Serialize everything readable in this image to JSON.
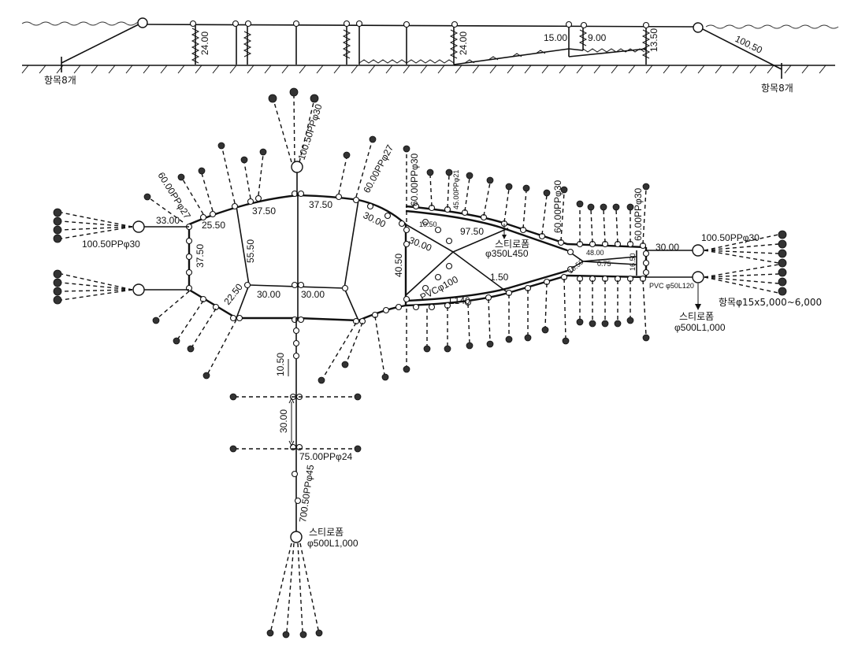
{
  "side_view": {
    "labels": {
      "d1": "24.00",
      "d2": "24.00",
      "d3": "15.00",
      "d4": "9.00",
      "d5": "13.50",
      "right_line": "100.50",
      "left_anchor": "항목8개",
      "right_anchor": "항목8개"
    }
  },
  "plan_view": {
    "labels": {
      "top_line": "100.50PPφ30",
      "left_line": "100.50PPφ30",
      "right_line": "100.50PPφ30",
      "l_33": "33.00",
      "l_60pp27_left": "60.00PPφ27",
      "l_60pp27_right": "60.00PPφ27",
      "l_25_50": "25.50",
      "l_37_50_a": "37.50",
      "l_37_50_b": "37.50",
      "l_37_50_left": "37.50",
      "l_55_50": "55.50",
      "l_22_50": "22.50",
      "l_30_a": "30.00",
      "l_30_b": "30.00",
      "l_30_c": "30.00",
      "l_30_d": "30.00",
      "l_30_right": "30.00",
      "l_60pp30_a": "60.00PPφ30",
      "l_45pp21": "45.00PPφ21",
      "l_60pp30_b": "60.00PPφ30",
      "l_60pp30_c": "60.00PPφ30",
      "l_10_50_a": "10.50",
      "l_97_50": "97.50",
      "styro_mid_name": "스티로폼",
      "styro_mid_spec": "φ350L450",
      "l_40_50": "40.50",
      "pvc100": "PVCφ100",
      "l140": "L140",
      "l_1_50": "1.50",
      "l_48": "48.00",
      "l_0_75": "0.75",
      "l_10_50_b": "10.50",
      "l_16_50": "16.50",
      "pvc50": "PVC φ50L120",
      "anchor_spec": "항목φ15x5,000~6,000",
      "styro_right_name": "스티로폼",
      "styro_right_spec": "φ500L1,000",
      "l_10_50_c": "10.50",
      "l_30_vert": "30.00",
      "l_75pp24": "75.00PPφ24",
      "l_700pp45": "700.50PPφ45",
      "styro_bottom_name": "스티로폼",
      "styro_bottom_spec": "φ500L1,000"
    }
  }
}
